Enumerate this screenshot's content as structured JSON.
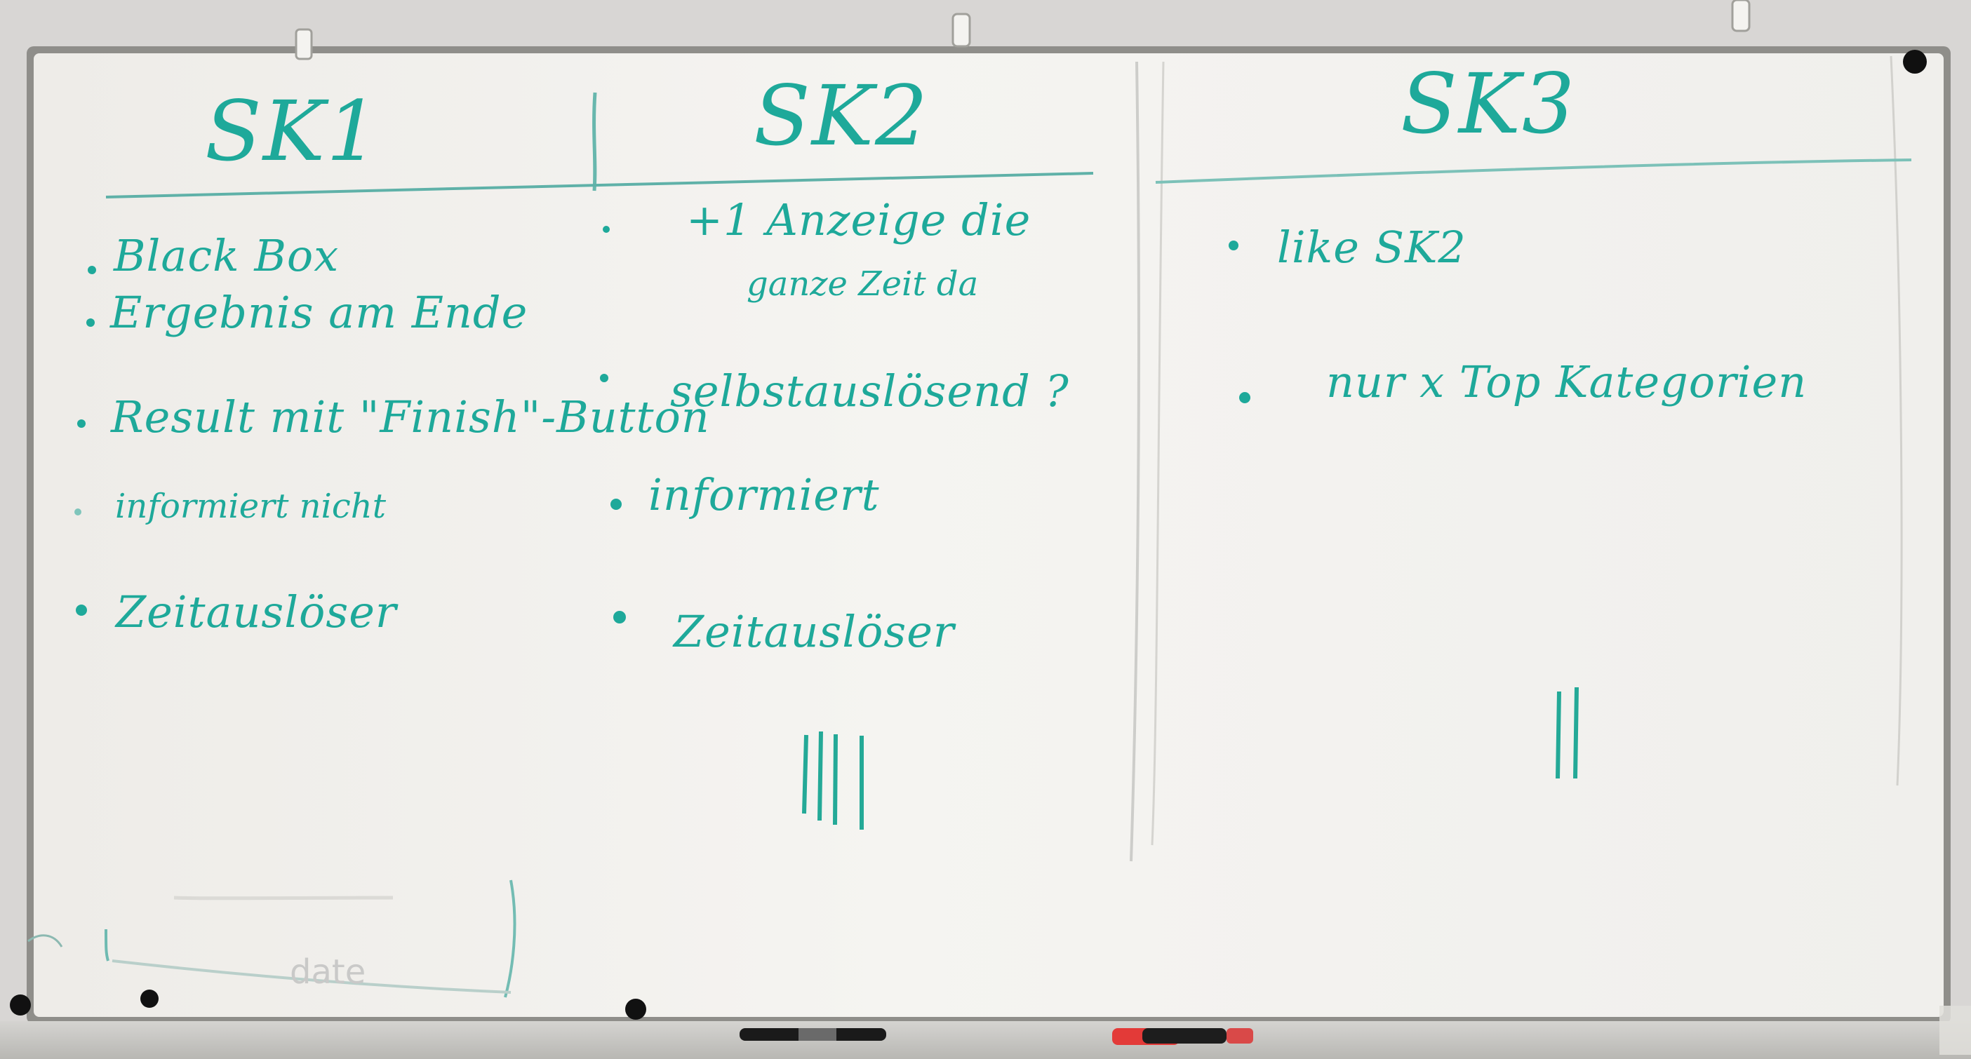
{
  "whiteboard": {
    "headings": {
      "sk1": "SK1",
      "sk2": "SK2",
      "sk3": "SK3"
    },
    "columns": {
      "sk1": [
        "Black Box",
        "Ergebnis am Ende",
        "Result mit \"Finish\"-Button",
        "informiert nicht",
        "Zeitauslöser"
      ],
      "sk2": [
        "+1 Anzeige die",
        "ganze Zeit da",
        "selbstauslösend ?",
        "informiert",
        "Zeitauslöser"
      ],
      "sk3": [
        "like SK2",
        "nur x Top Kategorien"
      ]
    },
    "faint_text": "date"
  },
  "colors": {
    "marker": "#1ea99a",
    "wall": "#d6d4d3",
    "board": "#f2f1ee",
    "frame": "#a9a8a4"
  }
}
